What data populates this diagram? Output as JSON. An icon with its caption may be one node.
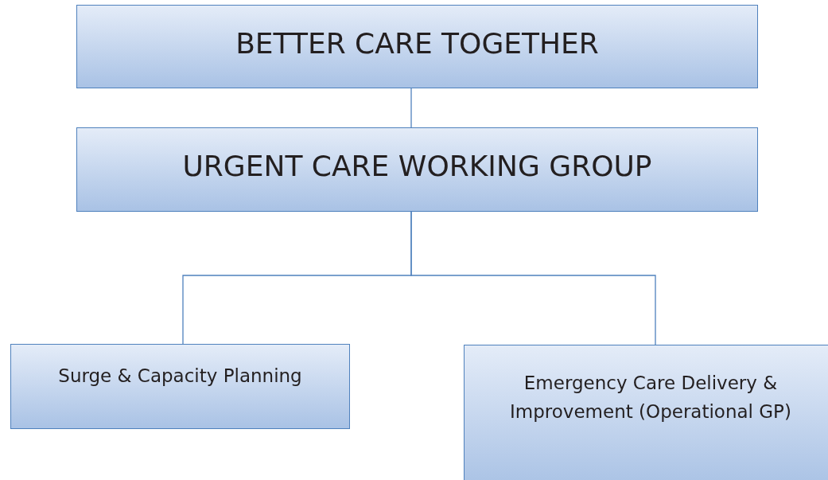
{
  "diagram": {
    "nodes": [
      {
        "text": [
          "BETTER CARE TOGETHER"
        ]
      },
      {
        "text": [
          "URGENT CARE WORKING GROUP"
        ]
      },
      {
        "text": [
          "Surge & Capacity Planning"
        ]
      },
      {
        "text": [
          "Emergency Care Delivery & Improvement (Operational GP)"
        ]
      }
    ],
    "edges": [
      {
        "from": 0,
        "to": 1,
        "arrow": "none"
      },
      {
        "from": 1,
        "to": 2,
        "arrow": "none"
      },
      {
        "from": 1,
        "to": 3,
        "arrow": "none"
      }
    ]
  }
}
